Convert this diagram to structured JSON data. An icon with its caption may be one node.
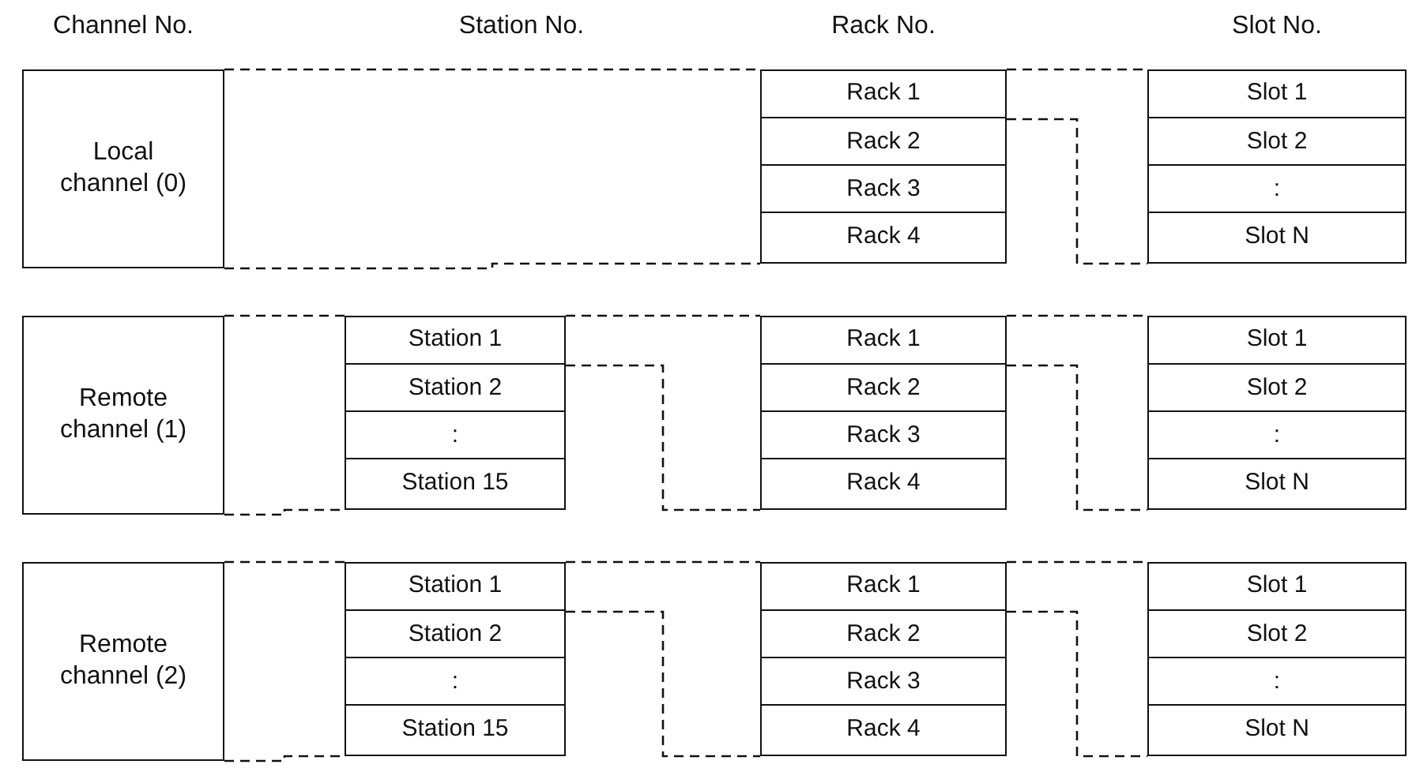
{
  "diagram": {
    "nodes": [
      {
        "text": [
          "Local channel (0)"
        ]
      },
      {
        "text": [
          "Rack 1"
        ]
      },
      {
        "text": [
          "Rack 2"
        ]
      },
      {
        "text": [
          "Rack 3"
        ]
      },
      {
        "text": [
          "Rack 4"
        ]
      },
      {
        "text": [
          "Slot 1"
        ]
      },
      {
        "text": [
          "Slot 2"
        ]
      },
      {
        "text": [
          ":"
        ]
      },
      {
        "text": [
          "Slot N"
        ]
      },
      {
        "text": [
          "Remote channel (1)"
        ]
      },
      {
        "text": [
          "Station 1"
        ]
      },
      {
        "text": [
          "Station 2"
        ]
      },
      {
        "text": [
          ":"
        ]
      },
      {
        "text": [
          "Station 15"
        ]
      },
      {
        "text": [
          "Rack 1"
        ]
      },
      {
        "text": [
          "Rack 2"
        ]
      },
      {
        "text": [
          "Rack 3"
        ]
      },
      {
        "text": [
          "Rack 4"
        ]
      },
      {
        "text": [
          "Slot 1"
        ]
      },
      {
        "text": [
          "Slot 2"
        ]
      },
      {
        "text": [
          ":"
        ]
      },
      {
        "text": [
          "Slot N"
        ]
      },
      {
        "text": [
          "Remote channel (2)"
        ]
      },
      {
        "text": [
          "Station 1"
        ]
      },
      {
        "text": [
          "Station 2"
        ]
      },
      {
        "text": [
          ":"
        ]
      },
      {
        "text": [
          "Station 15"
        ]
      },
      {
        "text": [
          "Rack 1"
        ]
      },
      {
        "text": [
          "Rack 2"
        ]
      },
      {
        "text": [
          "Rack 3"
        ]
      },
      {
        "text": [
          "Rack 4"
        ]
      },
      {
        "text": [
          "Slot 1"
        ]
      },
      {
        "text": [
          "Slot 2"
        ]
      },
      {
        "text": [
          ":"
        ]
      },
      {
        "text": [
          "Slot N"
        ]
      }
    ],
    "edges": [
      {
        "from": 0,
        "to": 1,
        "arrow": "none",
        "style": "dashed"
      },
      {
        "from": 0,
        "to": 4,
        "arrow": "none",
        "style": "dashed"
      },
      {
        "from": 1,
        "to": 5,
        "arrow": "none",
        "style": "dashed"
      },
      {
        "from": 1,
        "to": 8,
        "arrow": "none",
        "style": "dashed"
      },
      {
        "from": 9,
        "to": 10,
        "arrow": "none",
        "style": "dashed"
      },
      {
        "from": 9,
        "to": 13,
        "arrow": "none",
        "style": "dashed"
      },
      {
        "from": 10,
        "to": 14,
        "arrow": "none",
        "style": "dashed"
      },
      {
        "from": 10,
        "to": 17,
        "arrow": "none",
        "style": "dashed"
      },
      {
        "from": 14,
        "to": 18,
        "arrow": "none",
        "style": "dashed"
      },
      {
        "from": 14,
        "to": 21,
        "arrow": "none",
        "style": "dashed"
      },
      {
        "from": 22,
        "to": 23,
        "arrow": "none",
        "style": "dashed"
      },
      {
        "from": 22,
        "to": 26,
        "arrow": "none",
        "style": "dashed"
      },
      {
        "from": 23,
        "to": 27,
        "arrow": "none",
        "style": "dashed"
      },
      {
        "from": 23,
        "to": 30,
        "arrow": "none",
        "style": "dashed"
      },
      {
        "from": 27,
        "to": 31,
        "arrow": "none",
        "style": "dashed"
      },
      {
        "from": 27,
        "to": 34,
        "arrow": "none",
        "style": "dashed"
      }
    ],
    "labels": [
      "Channel No.",
      "Station No.",
      "Rack No.",
      "Slot No."
    ]
  }
}
